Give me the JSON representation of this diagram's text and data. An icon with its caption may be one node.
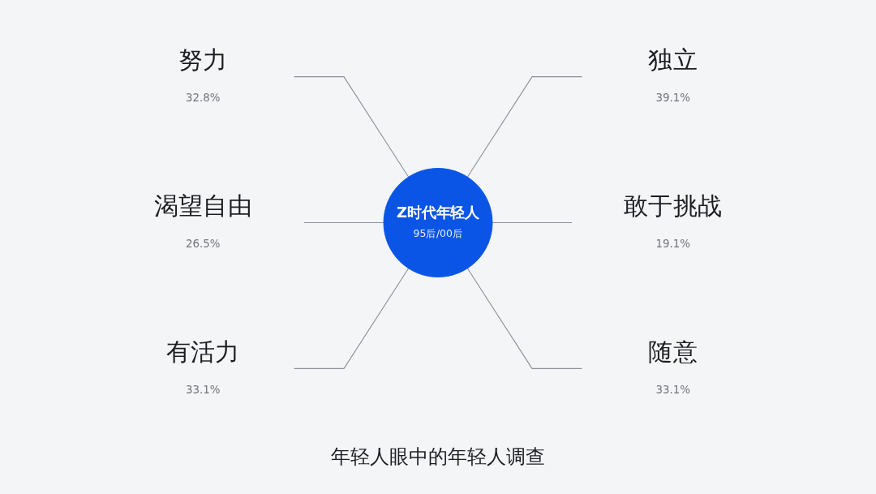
{
  "diagram": {
    "caption": "年轻人眼中的年轻人调查",
    "nodes": [
      {
        "text": [
          "Z时代年轻人",
          "95后/00后"
        ]
      },
      {
        "text": [
          "努力"
        ],
        "beside": [
          "32.8%"
        ]
      },
      {
        "text": [
          "渴望自由"
        ],
        "beside": [
          "26.5%"
        ]
      },
      {
        "text": [
          "有活力"
        ],
        "beside": [
          "33.1%"
        ]
      },
      {
        "text": [
          "独立"
        ],
        "beside": [
          "39.1%"
        ]
      },
      {
        "text": [
          "敢于挑战"
        ],
        "beside": [
          "19.1%"
        ]
      },
      {
        "text": [
          "随意"
        ],
        "beside": [
          "33.1%"
        ]
      }
    ],
    "edges": [
      {
        "from": 1,
        "to": 0,
        "arrow": "none"
      },
      {
        "from": 2,
        "to": 0,
        "arrow": "none"
      },
      {
        "from": 3,
        "to": 0,
        "arrow": "none"
      },
      {
        "from": 0,
        "to": 4,
        "arrow": "none"
      },
      {
        "from": 0,
        "to": 5,
        "arrow": "none"
      },
      {
        "from": 0,
        "to": 6,
        "arrow": "none"
      }
    ]
  }
}
